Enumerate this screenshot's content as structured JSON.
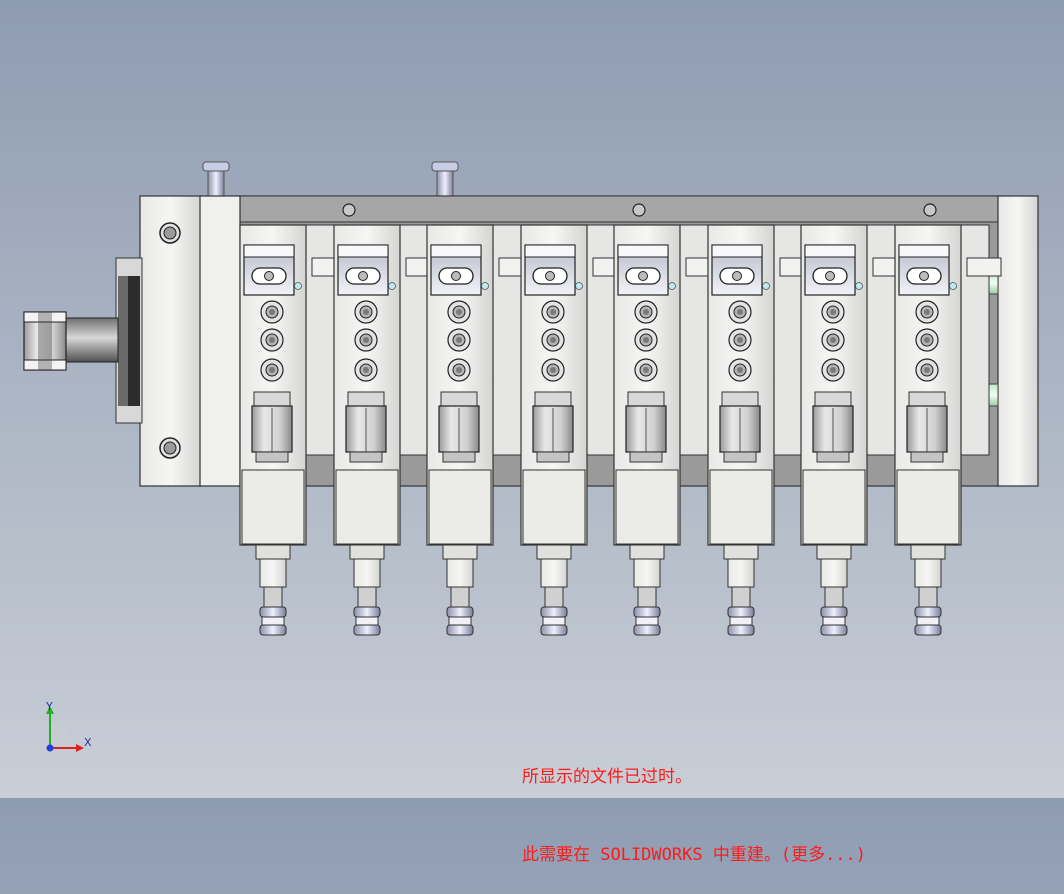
{
  "app": "SOLIDWORKS",
  "viewport": {
    "modules_count": 8,
    "triad": {
      "x_label": "X",
      "y_label": "Y"
    }
  },
  "status": {
    "line1": "所显示的文件已过时。",
    "line2_prefix": "此需要在 SOLIDWORKS 中重建。",
    "more_link": "(更多...)"
  },
  "colors": {
    "background_top": "#8e9cb2",
    "message_red": "#ff1a1a",
    "triad_x": "#e02020",
    "triad_y": "#20b020",
    "triad_z": "#2040e0"
  }
}
